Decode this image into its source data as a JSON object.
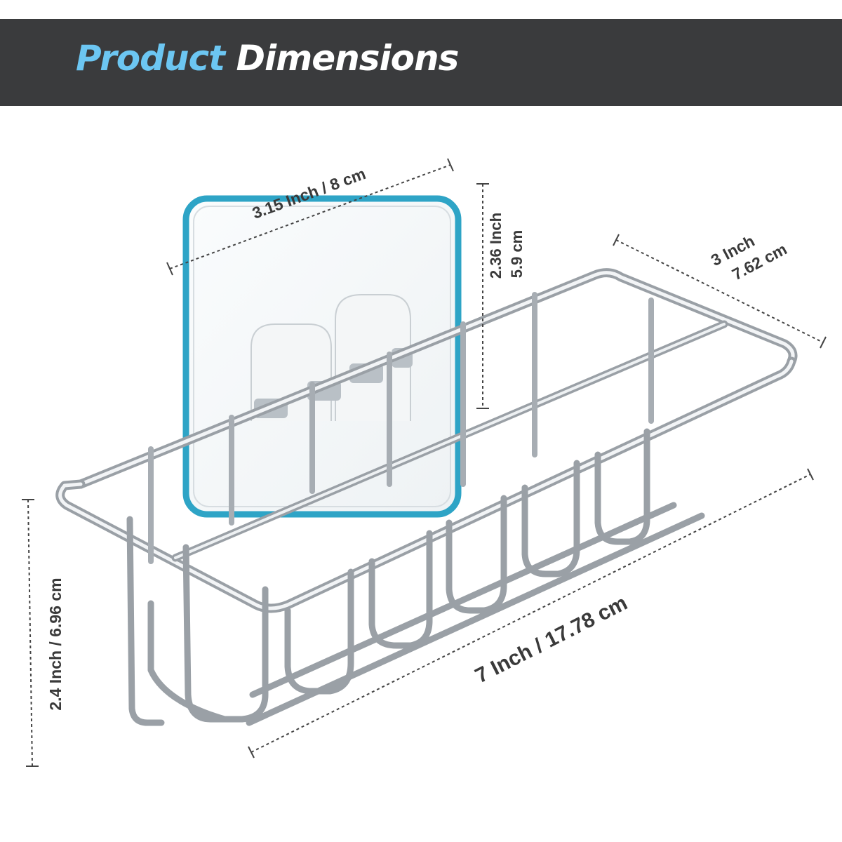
{
  "header": {
    "title_accent": "Product",
    "title_main": "Dimensions"
  },
  "colors": {
    "banner_bg": "#3a3b3d",
    "title_accent": "#6cc6f2",
    "plate_outline": "#2ea4c6",
    "chrome": "#9aa0a6"
  },
  "dimensions": {
    "plate_width": "3.15 Inch / 8 cm",
    "plate_height_in": "2.36 Inch",
    "plate_height_cm": "5.9 cm",
    "depth_in": "3 Inch",
    "depth_cm": "7.62 cm",
    "length": "7 Inch / 17.78 cm",
    "height": "2.4 Inch / 6.96 cm"
  }
}
